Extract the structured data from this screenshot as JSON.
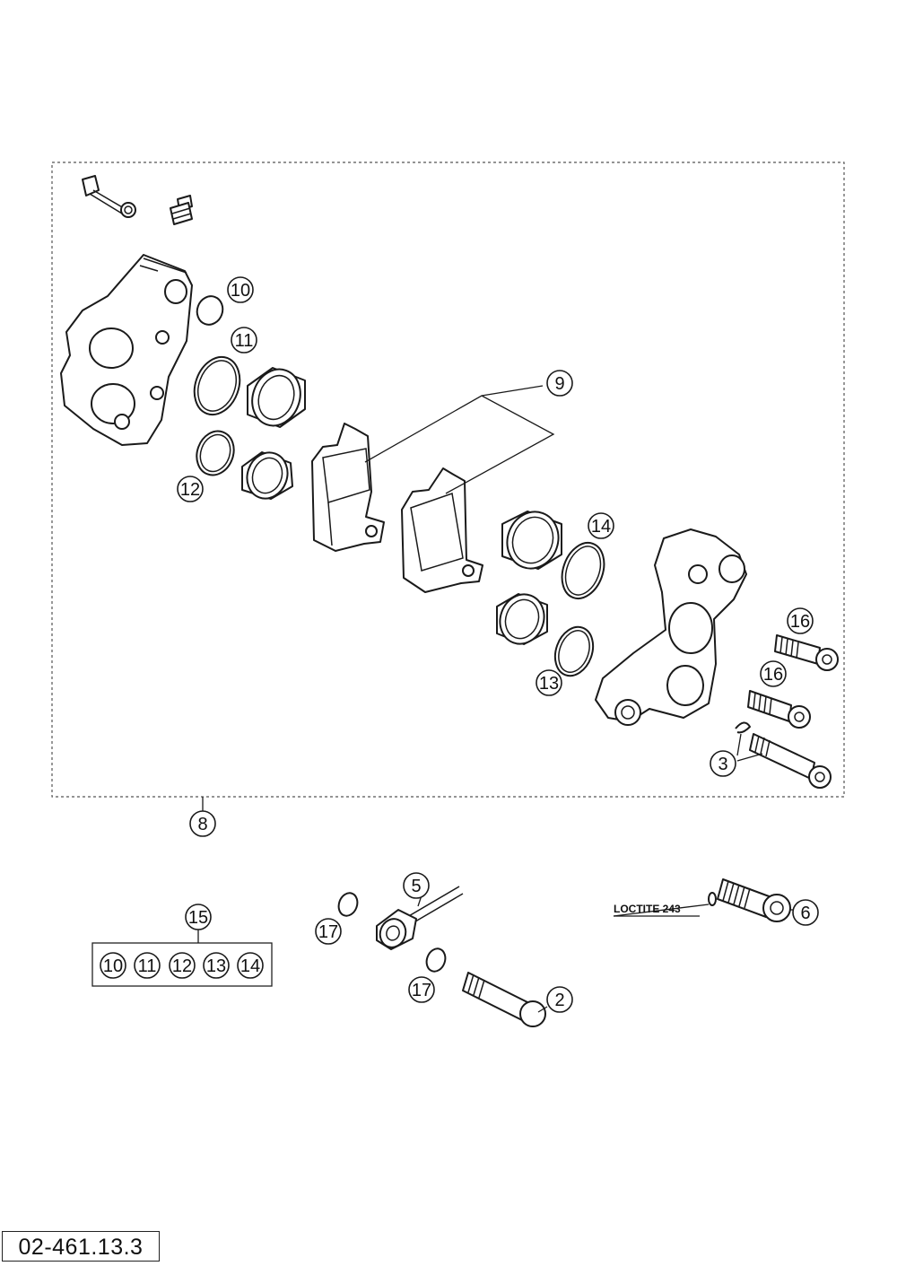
{
  "document_id": "02-461.13.3",
  "loctite_label": "LOCTITE 243",
  "callouts": {
    "c2": "2",
    "c3": "3",
    "c5": "5",
    "c6": "6",
    "c8": "8",
    "c9": "9",
    "c10": "10",
    "c11": "11",
    "c12": "12",
    "c13": "13",
    "c14": "14",
    "c15": "15",
    "c16a": "16",
    "c16b": "16",
    "c17a": "17",
    "c17b": "17"
  },
  "kit_15_contents": [
    "10",
    "11",
    "12",
    "13",
    "14"
  ]
}
